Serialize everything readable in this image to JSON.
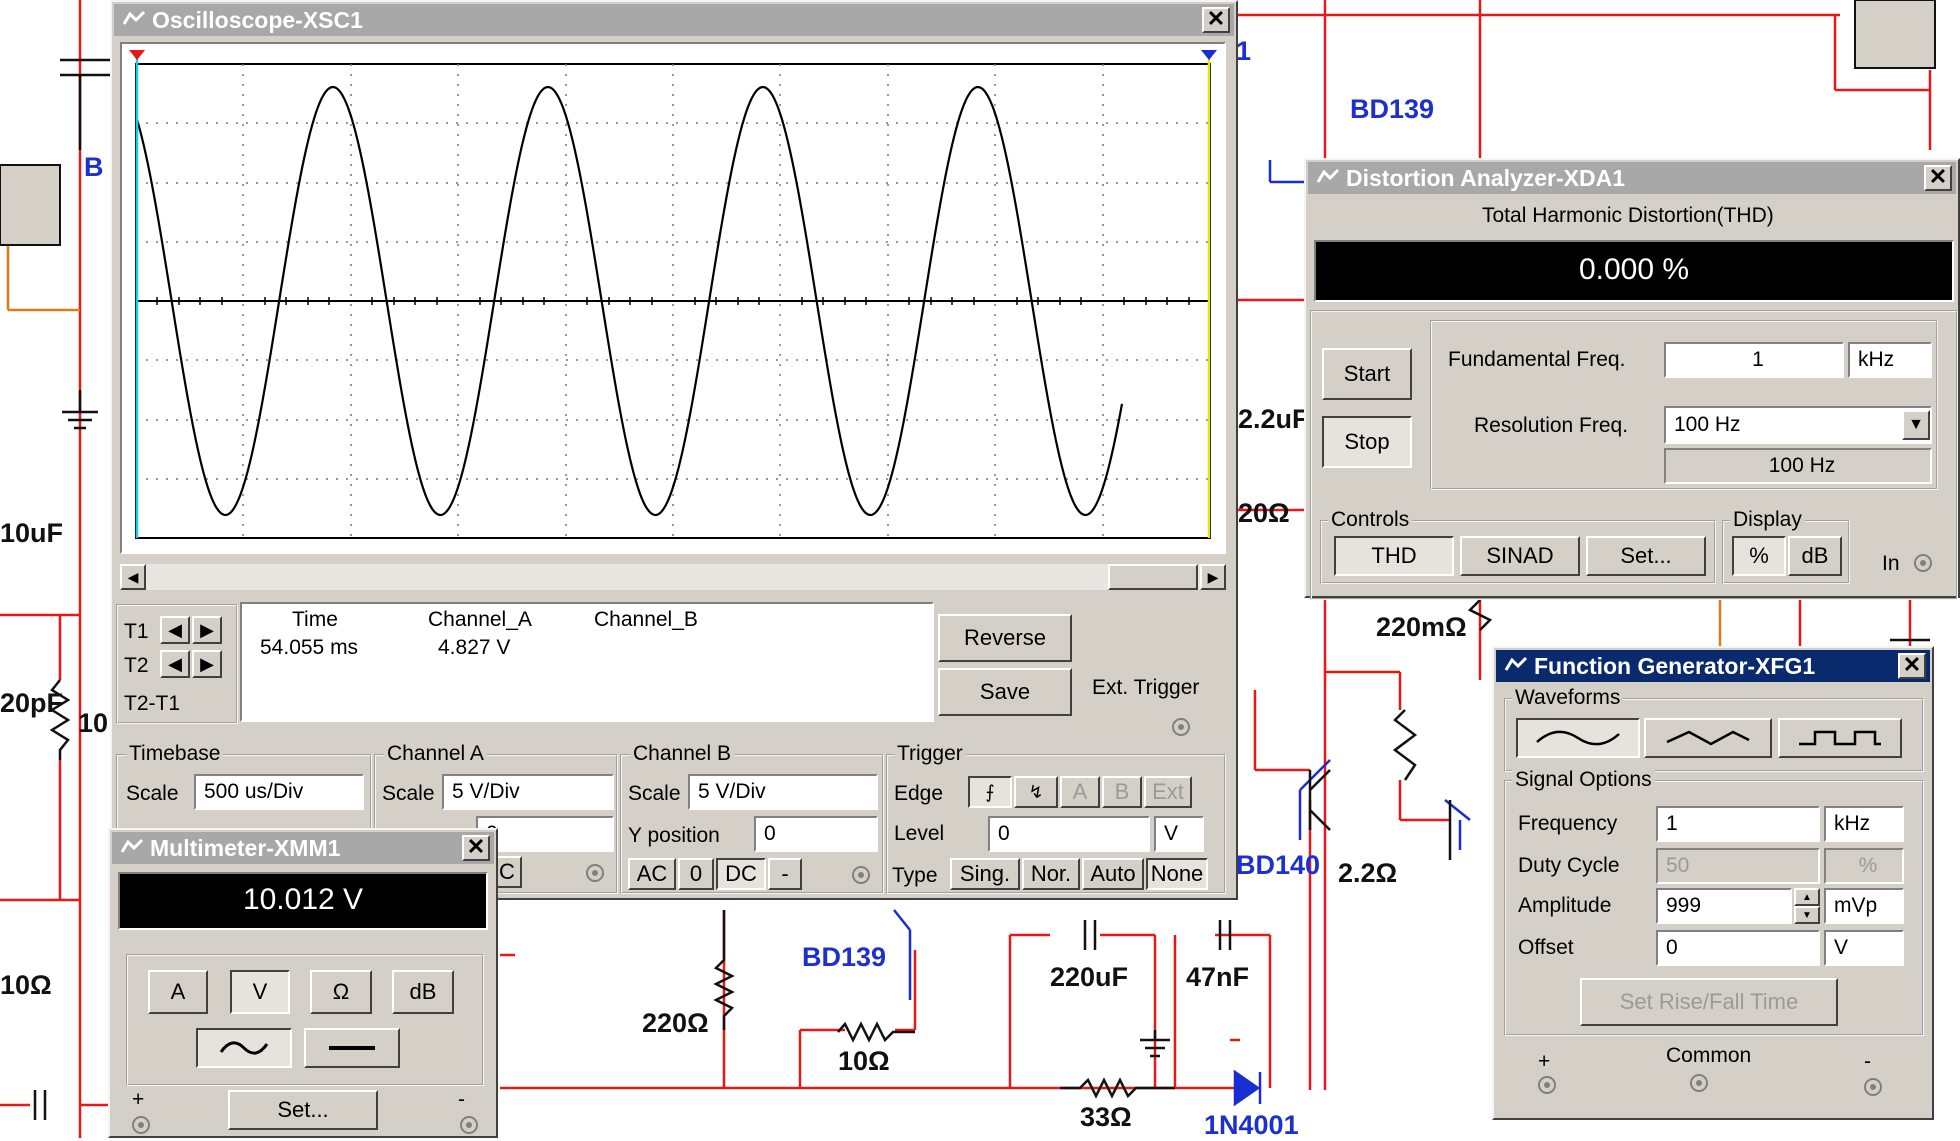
{
  "circuit": {
    "labels": {
      "bd139_top": "BD139",
      "cap_2_2uf": "2.2uF",
      "res_20": "20Ω",
      "res_220m": "220mΩ",
      "bd140": "BD140",
      "res_2_2": "2.2Ω",
      "bd139_bottom": "BD139",
      "cap_220uf": "220uF",
      "cap_47nf": "47nF",
      "res_220": "220Ω",
      "res_10": "10Ω",
      "res_33": "33Ω",
      "diode": "1N4001",
      "cap_10uf": "10uF",
      "cap_20pf": "20pF",
      "res_10_left": "10",
      "res_10_left2": "10Ω",
      "node_b": "B",
      "node_1": "1"
    }
  },
  "oscilloscope": {
    "title": "Oscilloscope-XSC1",
    "readout": {
      "t1_label": "T1",
      "t2_label": "T2",
      "t2t1_label": "T2-T1",
      "col_time": "Time",
      "col_a": "Channel_A",
      "col_b": "Channel_B",
      "time_value": "54.055 ms",
      "a_value": "4.827 V"
    },
    "reverse_label": "Reverse",
    "save_label": "Save",
    "ext_trigger_label": "Ext. Trigger",
    "timebase": {
      "title": "Timebase",
      "scale_label": "Scale",
      "scale_value": "500 us/Div"
    },
    "channel_a": {
      "title": "Channel A",
      "scale_label": "Scale",
      "scale_value": "5  V/Div",
      "ypos_value": "0",
      "dc_label": "DC"
    },
    "channel_b": {
      "title": "Channel B",
      "scale_label": "Scale",
      "scale_value": "5  V/Div",
      "ypos_label": "Y position",
      "ypos_value": "0",
      "ac_label": "AC",
      "zero_label": "0",
      "dc_label": "DC",
      "minus_label": "-"
    },
    "trigger": {
      "title": "Trigger",
      "edge_label": "Edge",
      "level_label": "Level",
      "level_value": "0",
      "level_unit": "V",
      "type_label": "Type",
      "a_label": "A",
      "b_label": "B",
      "ext_label": "Ext",
      "sing_label": "Sing.",
      "nor_label": "Nor.",
      "auto_label": "Auto",
      "none_label": "None"
    }
  },
  "multimeter": {
    "title": "Multimeter-XMM1",
    "display": "10.012 V",
    "buttons": {
      "a": "A",
      "v": "V",
      "ohm": "Ω",
      "db": "dB"
    },
    "set_label": "Set...",
    "plus": "+",
    "minus": "-"
  },
  "distortion": {
    "title": "Distortion Analyzer-XDA1",
    "thd_title": "Total Harmonic Distortion(THD)",
    "display": "0.000 %",
    "start_label": "Start",
    "stop_label": "Stop",
    "fund_label": "Fundamental Freq.",
    "fund_value": "1",
    "fund_unit": "kHz",
    "res_label": "Resolution Freq.",
    "res_value": "100 Hz",
    "res_readout": "100 Hz",
    "controls_title": "Controls",
    "thd_btn": "THD",
    "sinad_btn": "SINAD",
    "set_btn": "Set...",
    "display_title": "Display",
    "pct_btn": "%",
    "db_btn": "dB",
    "in_label": "In"
  },
  "function_gen": {
    "title": "Function Generator-XFG1",
    "waveforms_title": "Waveforms",
    "signal_title": "Signal Options",
    "frequency_label": "Frequency",
    "frequency_value": "1",
    "frequency_unit": "kHz",
    "duty_label": "Duty Cycle",
    "duty_value": "50",
    "duty_unit": "%",
    "amplitude_label": "Amplitude",
    "amplitude_value": "999",
    "amplitude_unit": "mVp",
    "offset_label": "Offset",
    "offset_value": "0",
    "offset_unit": "V",
    "rise_fall_label": "Set Rise/Fall Time",
    "common_label": "Common",
    "plus": "+",
    "minus": "-"
  }
}
